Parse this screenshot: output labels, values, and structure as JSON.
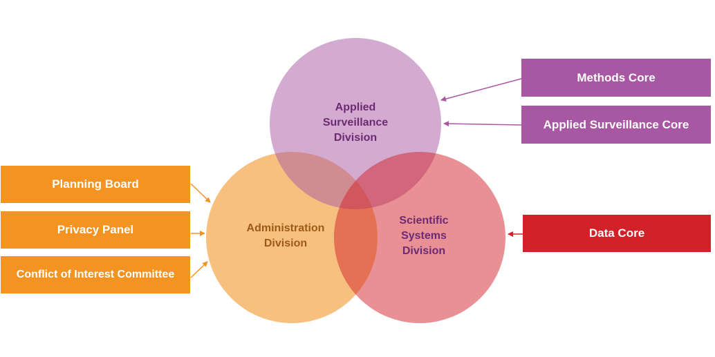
{
  "colors": {
    "purple": "#a857a3",
    "orange": "#f39322",
    "red": "#d1222a",
    "purple_circle": "#c98fc6",
    "orange_circle": "#f7bc71",
    "red_circle": "#e06b74",
    "purple_text": "#6d2a72",
    "orange_text": "#9c5a18"
  },
  "circles": {
    "surveillance": {
      "lines": [
        "Applied",
        "Surveillance",
        "Division"
      ]
    },
    "administration": {
      "lines": [
        "Administration",
        "Division"
      ]
    },
    "scientific": {
      "lines": [
        "Scientific",
        "Systems",
        "Division"
      ]
    }
  },
  "left_boxes": {
    "planning": "Planning Board",
    "privacy": "Privacy Panel",
    "conflict": "Conflict of Interest Committee"
  },
  "right_boxes": {
    "methods": "Methods Core",
    "applied": "Applied Surveillance Core",
    "data": "Data Core"
  }
}
